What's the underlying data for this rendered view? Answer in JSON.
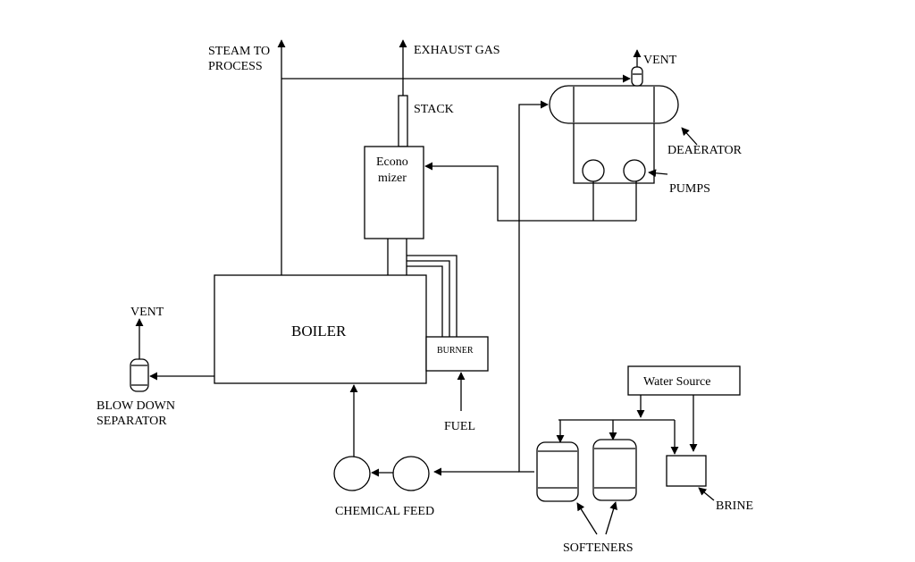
{
  "labels": {
    "steam_to_process_line1": "STEAM TO",
    "steam_to_process_line2": "PROCESS",
    "exhaust_gas": "EXHAUST GAS",
    "stack": "STACK",
    "vent_deaerator": "VENT",
    "deaerator": "DEAERATOR",
    "pumps": "PUMPS",
    "economizer_line1": "Econo",
    "economizer_line2": "mizer",
    "boiler": "BOILER",
    "burner": "BURNER",
    "vent_blowdown": "VENT",
    "blow_down_line1": "BLOW DOWN",
    "blow_down_line2": "SEPARATOR",
    "fuel": "FUEL",
    "water_source": "Water Source",
    "brine": "BRINE",
    "chemical_feed": "CHEMICAL FEED",
    "softeners": "SOFTENERS"
  }
}
